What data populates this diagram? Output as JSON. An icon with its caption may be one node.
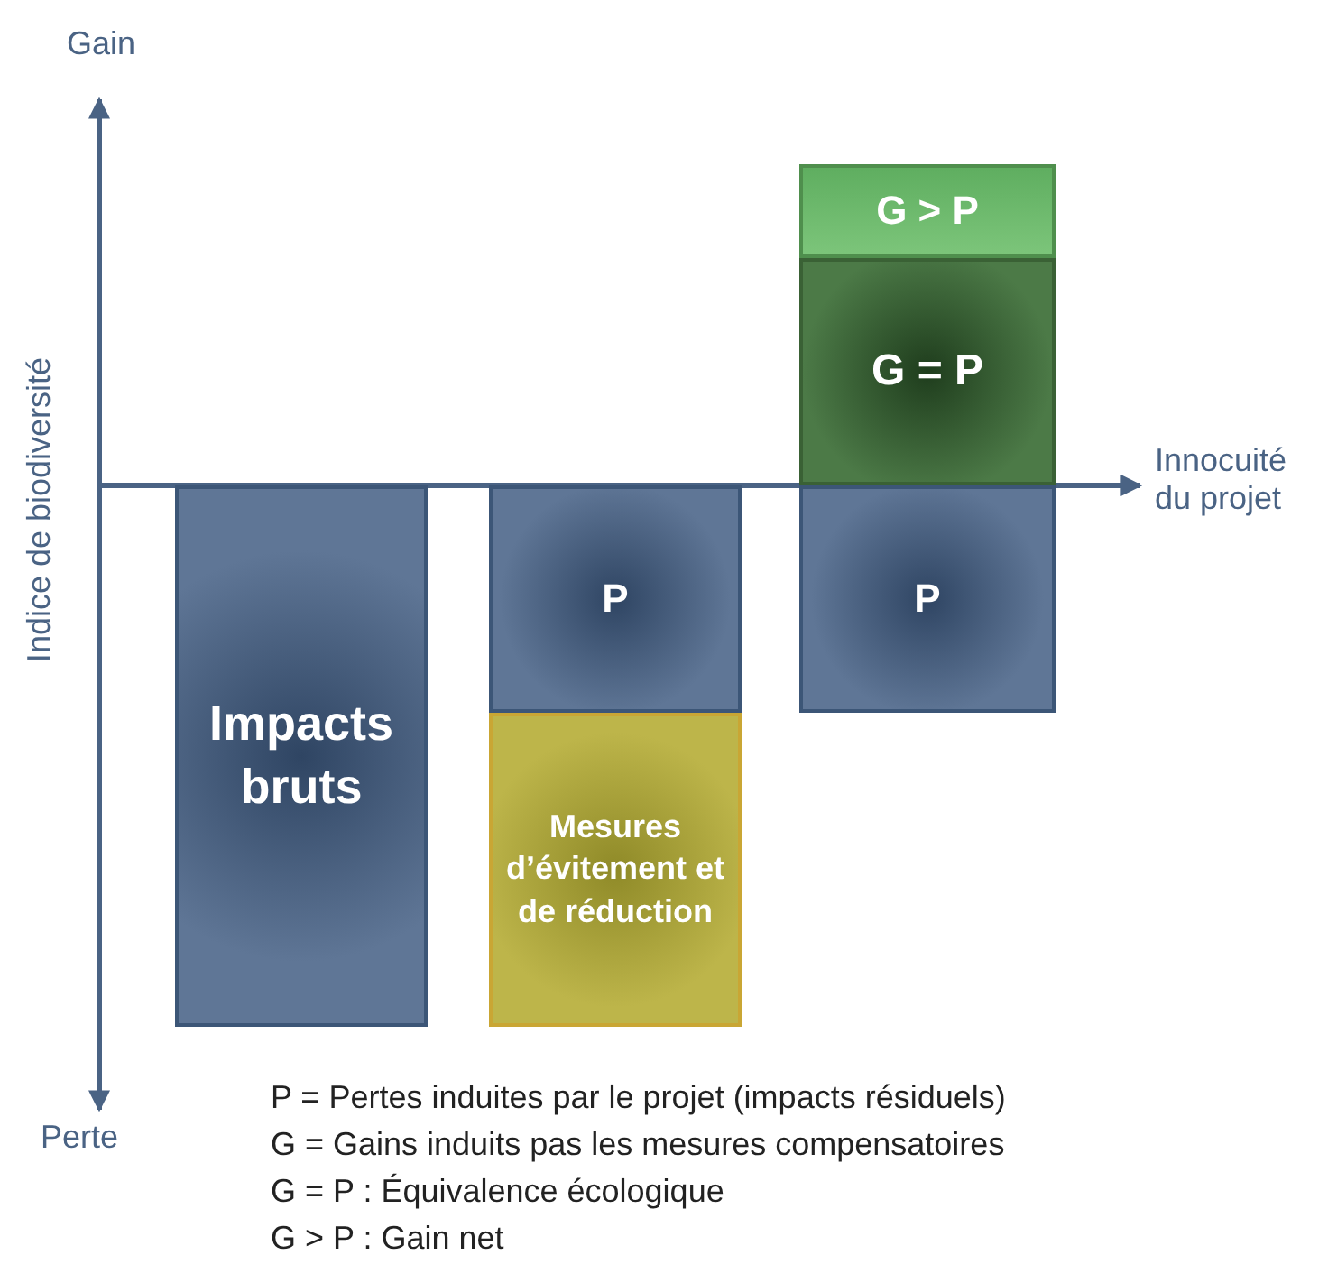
{
  "diagram": {
    "nodes": [
      {
        "text": [
          "Impacts bruts"
        ]
      },
      {
        "text": [
          "P"
        ]
      },
      {
        "text": [
          "Mesures d’évitement et de réduction"
        ]
      },
      {
        "text": [
          "G > P"
        ]
      },
      {
        "text": [
          "G = P"
        ]
      },
      {
        "text": [
          "P"
        ]
      }
    ],
    "labels": [
      "Gain",
      "Innocuité du projet",
      "Indice de biodiversité",
      "Perte",
      "P = Pertes induites par le projet (impacts résiduels)",
      "G = Gains induits pas les mesures compensatoires",
      "G = P : Équivalence écologique",
      "G > P : Gain net"
    ]
  }
}
